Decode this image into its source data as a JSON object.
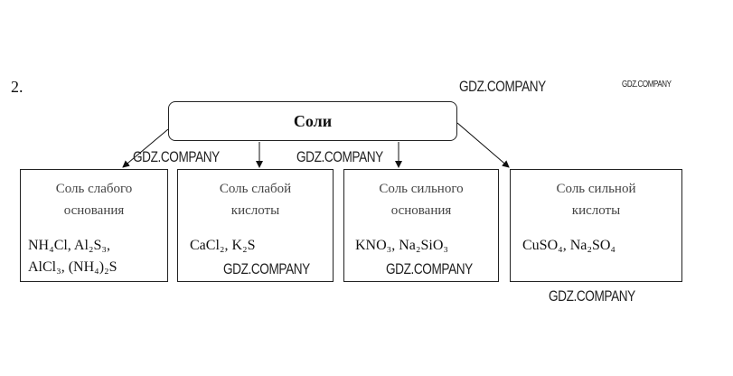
{
  "task_number": "2.",
  "root": {
    "label": "Соли"
  },
  "categories": [
    {
      "title_line1": "Соль слабого",
      "title_line2": "основания",
      "items": [
        "NH₄Cl, Al₂S₃,",
        "AlCl₃, (NH₄)₂S"
      ]
    },
    {
      "title_line1": "Соль слабой",
      "title_line2": "кислоты",
      "items": [
        "CaCl₂, K₂S",
        ""
      ]
    },
    {
      "title_line1": "Соль сильного",
      "title_line2": "основания",
      "items": [
        "KNO₃, Na₂SiO₃",
        ""
      ]
    },
    {
      "title_line1": "Соль сильной",
      "title_line2": "кислоты",
      "items": [
        "CuSO₄, Na₂SO₄",
        ""
      ]
    }
  ],
  "watermark": "GDZ.COMPANY"
}
